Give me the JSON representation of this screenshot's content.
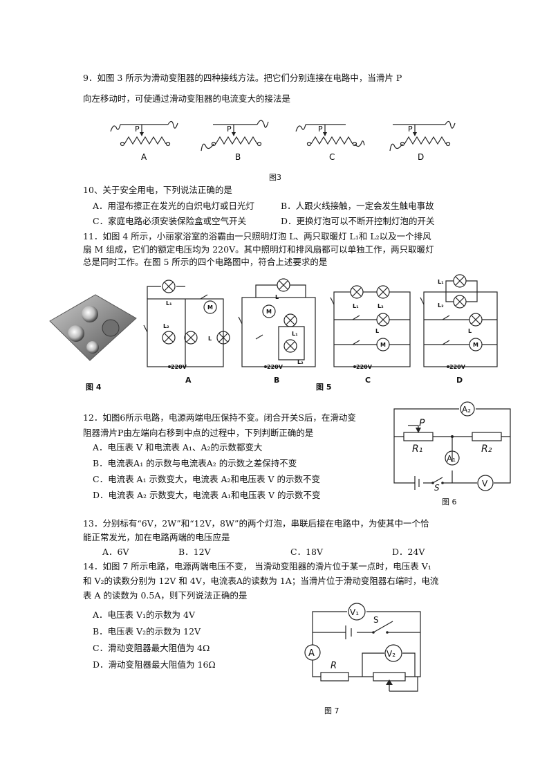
{
  "q9": {
    "line1": "9．如图 3 所示为滑动变阻器的四种接线方法。把它们分别连接在电路中，当滑片 P",
    "line2": "向左移动时，可使通过滑动变阻器的电流变大的接法是",
    "fig_labels": [
      "A",
      "B",
      "C",
      "D"
    ],
    "slider_label": "P",
    "figure_caption": "图3"
  },
  "q10": {
    "stem": "10、关于安全用电，下列说法正确的是",
    "options": [
      "A．用湿布擦正在发光的白炽电灯或日光灯",
      "B．人跟火线接触，一定会发生触电事故",
      "C．家庭电路必须安装保险盒或空气开关",
      "D．更换灯泡可以不断开控制灯泡的开关"
    ]
  },
  "q11": {
    "line1": "11．如图 4 所示，小丽家浴室的浴霸由一只照明灯泡 L、两只取暖灯 L₁和 L₂以及一个排风",
    "line2": "扇 M 组成，它们的额定电压均为 220V。其中照明灯和排风扇都可以单独工作，两只取暖灯",
    "line3": "总是同时工作。在图 5 所示的四个电路图中，符合上述要求的是",
    "fig4_caption": "图 4",
    "fig5_caption": "图 5",
    "circuit_labels": [
      "A",
      "B",
      "C",
      "D"
    ],
    "voltage": "220V",
    "comp": {
      "L1": "L₁",
      "L2": "L₂",
      "L": "L",
      "M": "M"
    }
  },
  "q12": {
    "line1": "12．如图6所示电路，电源两端电压保持不变。闭合开关S后，在滑动变",
    "line2": "阻器滑片P由左端向右移到中点的过程中，下列判断正确的是",
    "options": [
      "A．电压表 V 和电流表 A₁、A₂的示数都变大",
      "B．电流表A₁ 的示数与电流表A₂ 的示数之差保持不变",
      "C．电流表 A₁ 示数变大，电流表 A₂和电压表 V 的示数不变",
      "D．电流表 A₂ 示数变大，电流表 A₁和电压表 V 的示数不变"
    ],
    "figure_caption": "图 6",
    "labels": {
      "A2": "A₂",
      "A1": "A₁",
      "V": "V",
      "P": "P",
      "R1": "R₁",
      "R2": "R₂",
      "S": "S"
    }
  },
  "q13": {
    "line1": "13．分别标有“6V，2W”和“12V，8W”的两个灯泡，串联后接在电路中，为使其中一个恰",
    "line2": "能正常发光，加在电路两端的电压应是",
    "options": [
      "A．6V",
      "B．12V",
      "C．18V",
      "D．24V"
    ]
  },
  "q14": {
    "line1": "14．如图 7 所示电路，电源两端电压不变， 当滑动变阻器的滑片位于某一点时，电压表 V₁",
    "line2": "和 V₂的读数分别为 12V 和 4V，电流表A的读数为 1A；当滑片位于滑动变阻器右端时，电流",
    "line3": "表 A 的读数为 0.5A，则下列说法正确的是",
    "options": [
      "A．电压表 V₁的示数为 4V",
      "B．电压表 V₂的示数为 12V",
      "C．滑动变阻器最大阻值为 4Ω",
      "D．滑动变阻器最大阻值为 16Ω"
    ],
    "figure_caption": "图 7",
    "labels": {
      "V1": "V₁",
      "V2": "V₂",
      "A": "A",
      "S": "S",
      "R": "R"
    }
  }
}
